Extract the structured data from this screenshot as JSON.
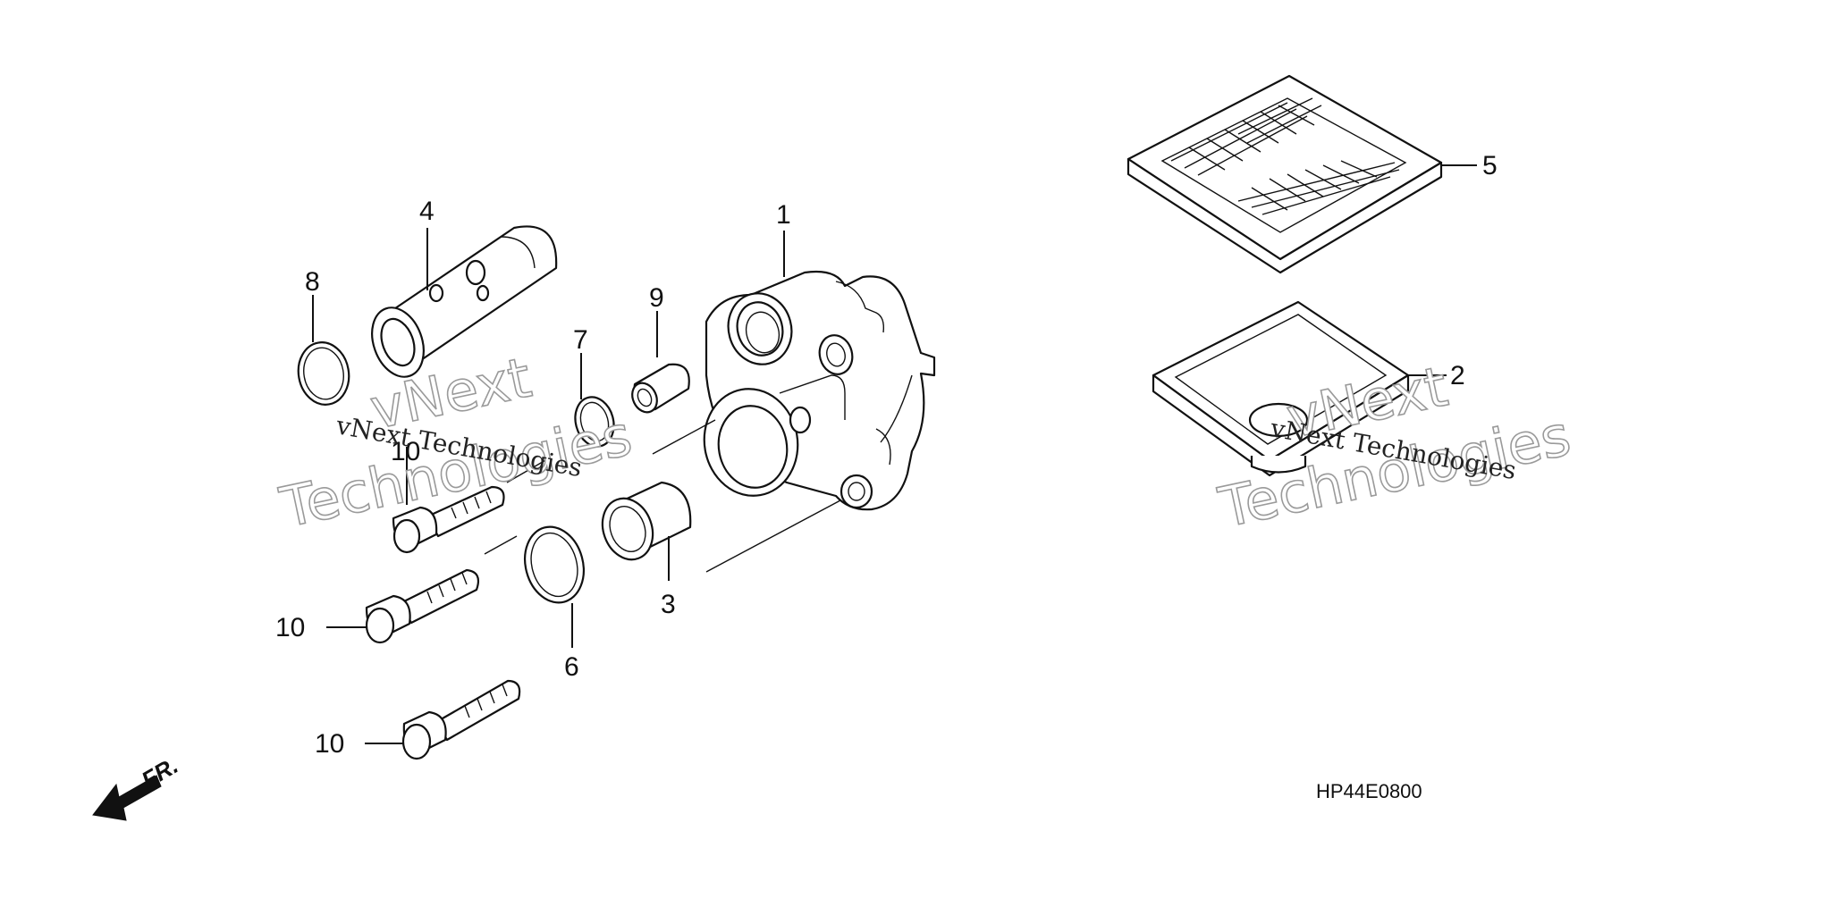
{
  "diagram": {
    "code": "HP44E0800",
    "direction_label": "FR.",
    "callouts": {
      "p1": "1",
      "p2": "2",
      "p3": "3",
      "p4": "4",
      "p5": "5",
      "p6": "6",
      "p7": "7",
      "p8": "8",
      "p9": "9",
      "p10a": "10",
      "p10b": "10",
      "p10c": "10"
    }
  },
  "watermark": {
    "line1": "vNext",
    "line2": "Technologies",
    "caption": "vNext Technologies"
  }
}
